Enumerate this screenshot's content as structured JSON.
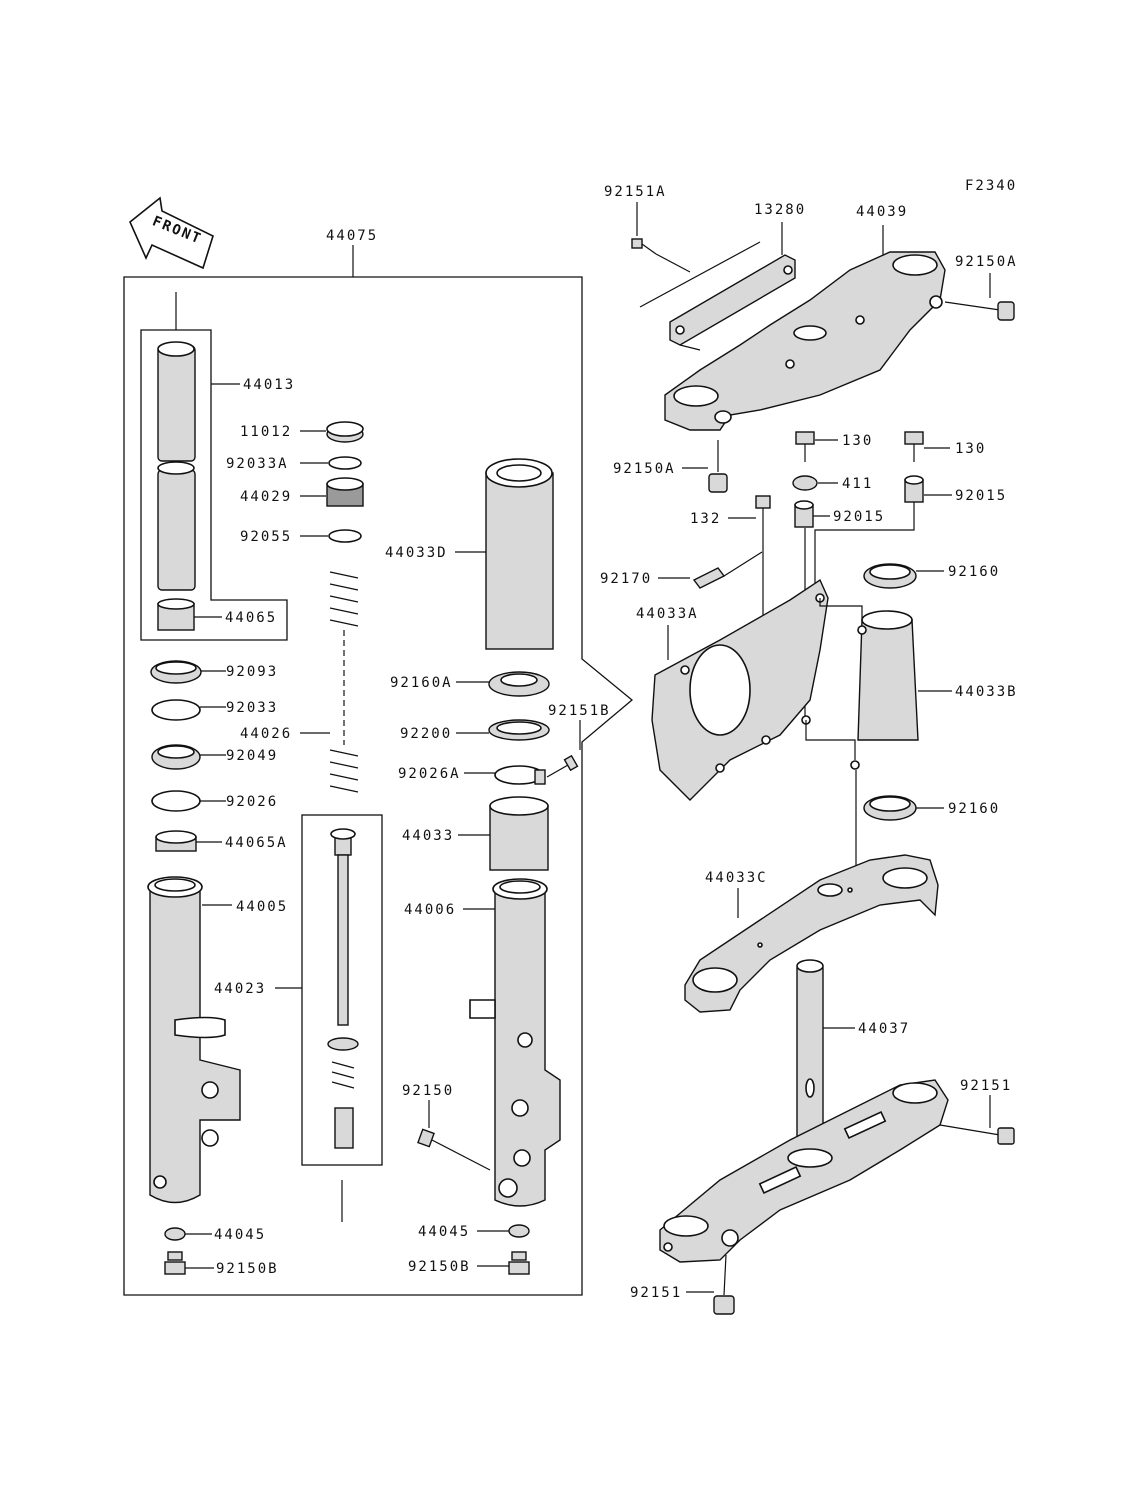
{
  "diagram": {
    "code": "F2340",
    "front_label": "FRONT",
    "labels": {
      "p44075": "44075",
      "p44013": "44013",
      "p11012": "11012",
      "p92033A": "92033A",
      "p44029": "44029",
      "p92055": "92055",
      "p44065": "44065",
      "p44033D": "44033D",
      "p92093": "92093",
      "p92160A": "92160A",
      "p92033": "92033",
      "p44026": "44026",
      "p92200": "92200",
      "p92151B": "92151B",
      "p92049": "92049",
      "p92026A": "92026A",
      "p92026": "92026",
      "p44033": "44033",
      "p44065A": "44065A",
      "p44005": "44005",
      "p44006": "44006",
      "p44023": "44023",
      "p92150": "92150",
      "p44045L": "44045",
      "p44045R": "44045",
      "p92150BL": "92150B",
      "p92150BR": "92150B",
      "p92151A": "92151A",
      "p13280": "13280",
      "p44039": "44039",
      "p92150A_top": "92150A",
      "p92150A_low": "92150A",
      "p130a": "130",
      "p130b": "130",
      "p411": "411",
      "p92015a": "92015",
      "p92015b": "92015",
      "p132": "132",
      "p92170": "92170",
      "p92160a": "92160",
      "p44033A": "44033A",
      "p44033B": "44033B",
      "p92160b": "92160",
      "p44033C": "44033C",
      "p44037": "44037",
      "p92151a": "92151",
      "p92151b": "92151"
    }
  }
}
